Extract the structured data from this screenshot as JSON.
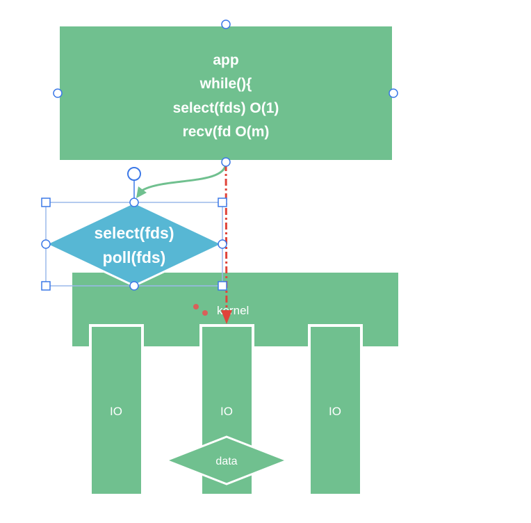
{
  "colors": {
    "green": "#70C08F",
    "blue": "#57B7D4",
    "handle": "#3B78E7",
    "selection": "#9AB8EA",
    "dashed_arrow": "#E0443A",
    "white": "#FFFFFF"
  },
  "app_box": {
    "line1": "app",
    "line2": "while(){",
    "line3": "select(fds)  O(1)",
    "line4": "recv(fd  O(m)"
  },
  "decision": {
    "line1": "select(fds)",
    "line2": "poll(fds)"
  },
  "kernel": {
    "label": "kernel"
  },
  "io_columns": [
    {
      "label": "IO"
    },
    {
      "label": "IO"
    },
    {
      "label": "IO"
    }
  ],
  "data_node": {
    "label": "data"
  }
}
